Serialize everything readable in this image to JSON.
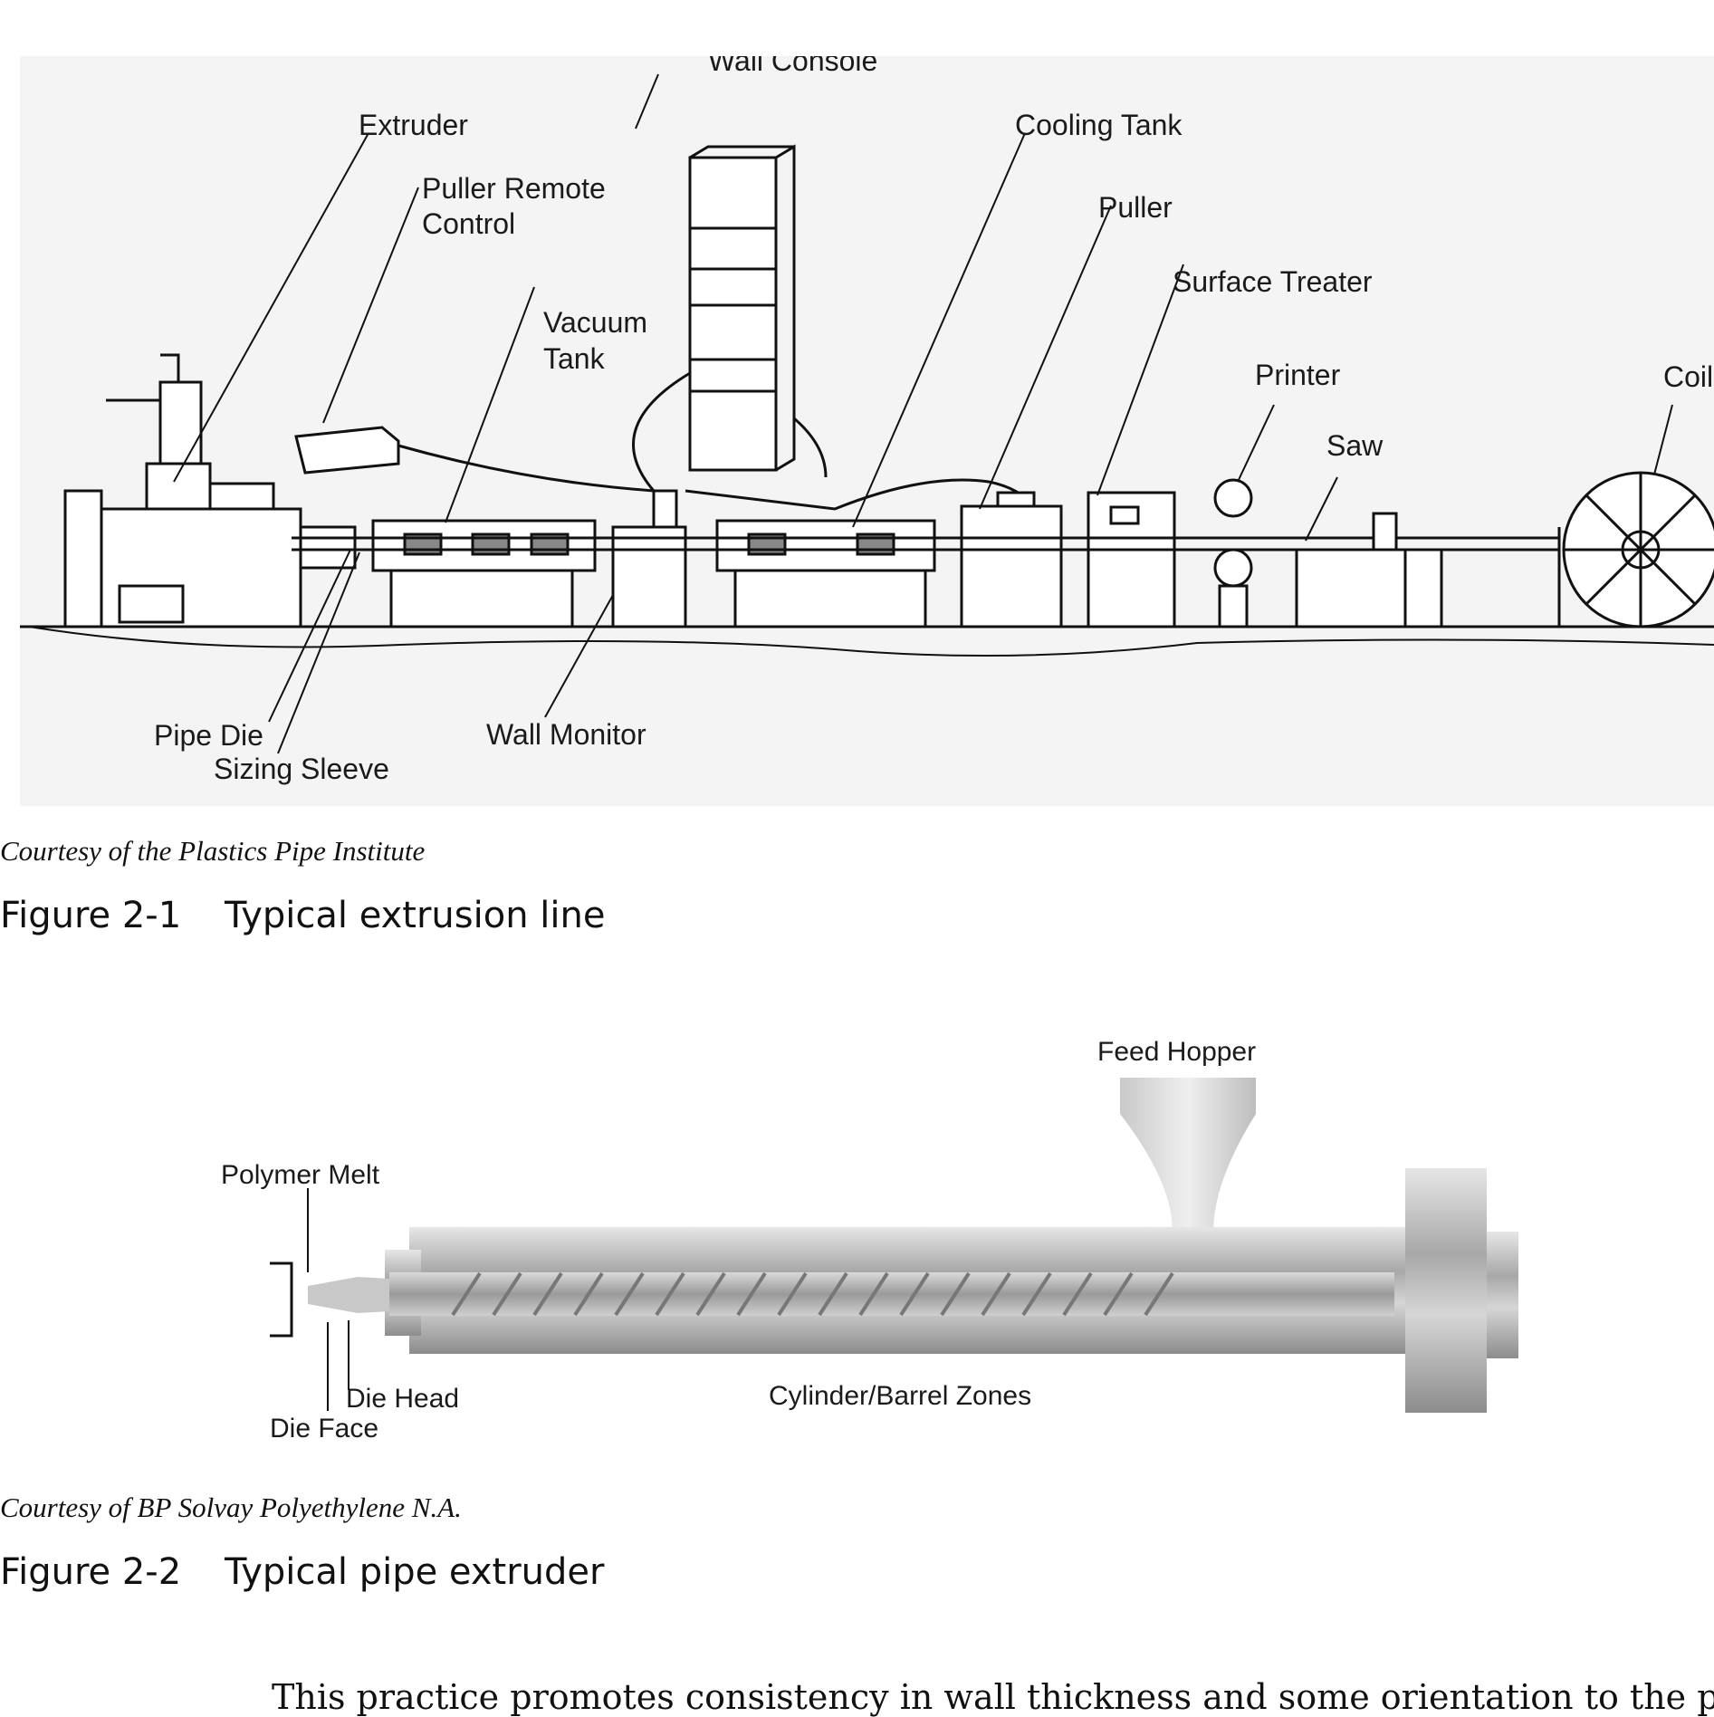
{
  "figure1": {
    "labels": {
      "wall_console": "Wall Console",
      "extruder": "Extruder",
      "cooling_tank": "Cooling Tank",
      "puller_remote_line1": "Puller Remote",
      "puller_remote_line2": "Control",
      "puller": "Puller",
      "surface_treater": "Surface Treater",
      "vacuum_tank_line1": "Vacuum",
      "vacuum_tank_line2": "Tank",
      "printer": "Printer",
      "coiler": "Coil",
      "saw": "Saw",
      "pipe_die": "Pipe Die",
      "wall_monitor": "Wall Monitor",
      "sizing_sleeve": "Sizing Sleeve"
    },
    "credit": "Courtesy of the Plastics Pipe Institute",
    "caption_number": "Figure 2-1",
    "caption_title": "Typical extrusion line"
  },
  "figure2": {
    "labels": {
      "feed_hopper": "Feed Hopper",
      "polymer_melt": "Polymer Melt",
      "die_head": "Die Head",
      "die_face": "Die Face",
      "cylinder_barrel_zones": "Cylinder/Barrel Zones"
    },
    "credit": "Courtesy of BP Solvay Polyethylene N.A.",
    "caption_number": "Figure 2-2",
    "caption_title": "Typical pipe extruder"
  },
  "body_text": "This practice promotes consistency in wall thickness and some orientation to the po"
}
